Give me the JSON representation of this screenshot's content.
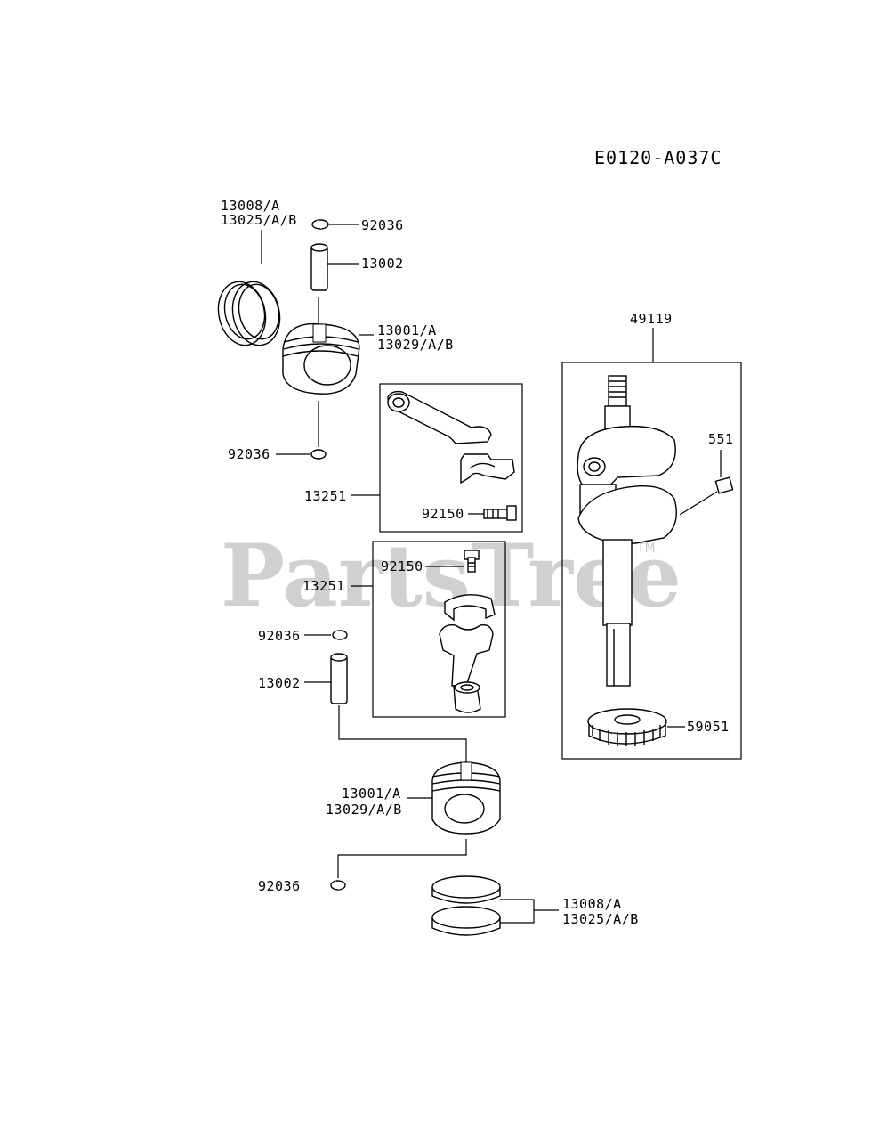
{
  "diagram_code": "E0120-A037C",
  "watermark": {
    "text": "PartsTree",
    "tm": "TM"
  },
  "labels": {
    "ring_set_top_a": "13008/A",
    "ring_set_top_b": "13025/A/B",
    "clip_top": "92036",
    "pin_top": "13002",
    "piston_top_a": "13001/A",
    "piston_top_b": "13029/A/B",
    "clip_top_lower": "92036",
    "rod_top": "13251",
    "bolt_top": "92150",
    "crank": "49119",
    "key": "551",
    "rod_bottom": "13251",
    "bolt_bottom": "92150",
    "clip_mid": "92036",
    "pin_bottom": "13002",
    "gear": "59051",
    "piston_bottom_a": "13001/A",
    "piston_bottom_b": "13029/A/B",
    "clip_bottom": "92036",
    "ring_set_bottom_a": "13008/A",
    "ring_set_bottom_b": "13025/A/B"
  }
}
